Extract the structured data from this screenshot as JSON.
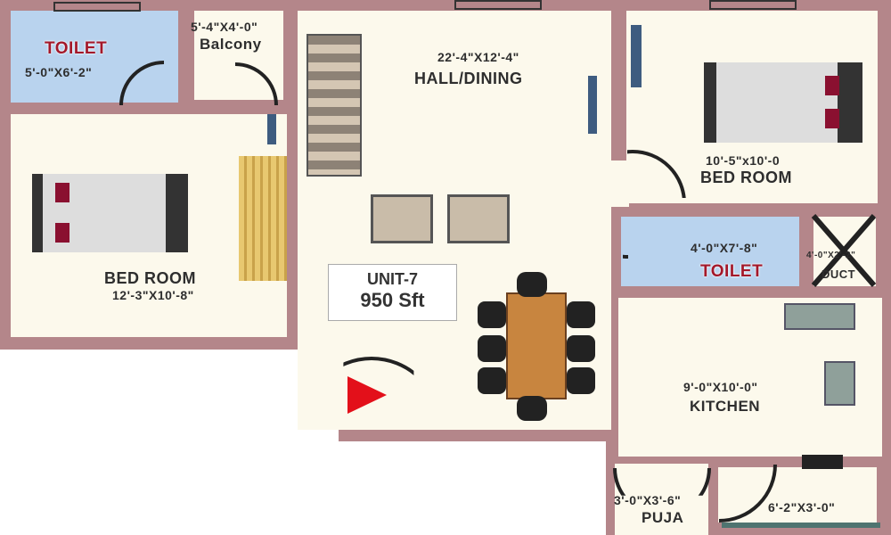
{
  "plan": {
    "unit_label": "UNIT-7",
    "area": "950 Sft",
    "colors": {
      "wall": "#b4868a",
      "floor": "#fcf9ec",
      "wet_area": "#b9d3ee",
      "entry_arrow": "#e3101a"
    },
    "rooms": [
      {
        "name": "TOILET",
        "size": "5'-0\"X6'-2\""
      },
      {
        "name": "Balcony",
        "size": "5'-4\"X4'-0\""
      },
      {
        "name": "HALL/DINING",
        "size": "22'-4\"X12'-4\""
      },
      {
        "name": "BED ROOM",
        "size": "10'-5\"x10'-0"
      },
      {
        "name": "BED ROOM",
        "size": "12'-3\"X10'-8\""
      },
      {
        "name": "TOILET",
        "size": "4'-0\"X7'-8\""
      },
      {
        "name": "DUCT",
        "size": "4'-0\"X2'-2\""
      },
      {
        "name": "KITCHEN",
        "size": "9'-0\"X10'-0\""
      },
      {
        "name": "PUJA",
        "size": "3'-0\"X3'-6\""
      },
      {
        "name": "",
        "size": "6'-2\"X3'-0\""
      }
    ]
  }
}
